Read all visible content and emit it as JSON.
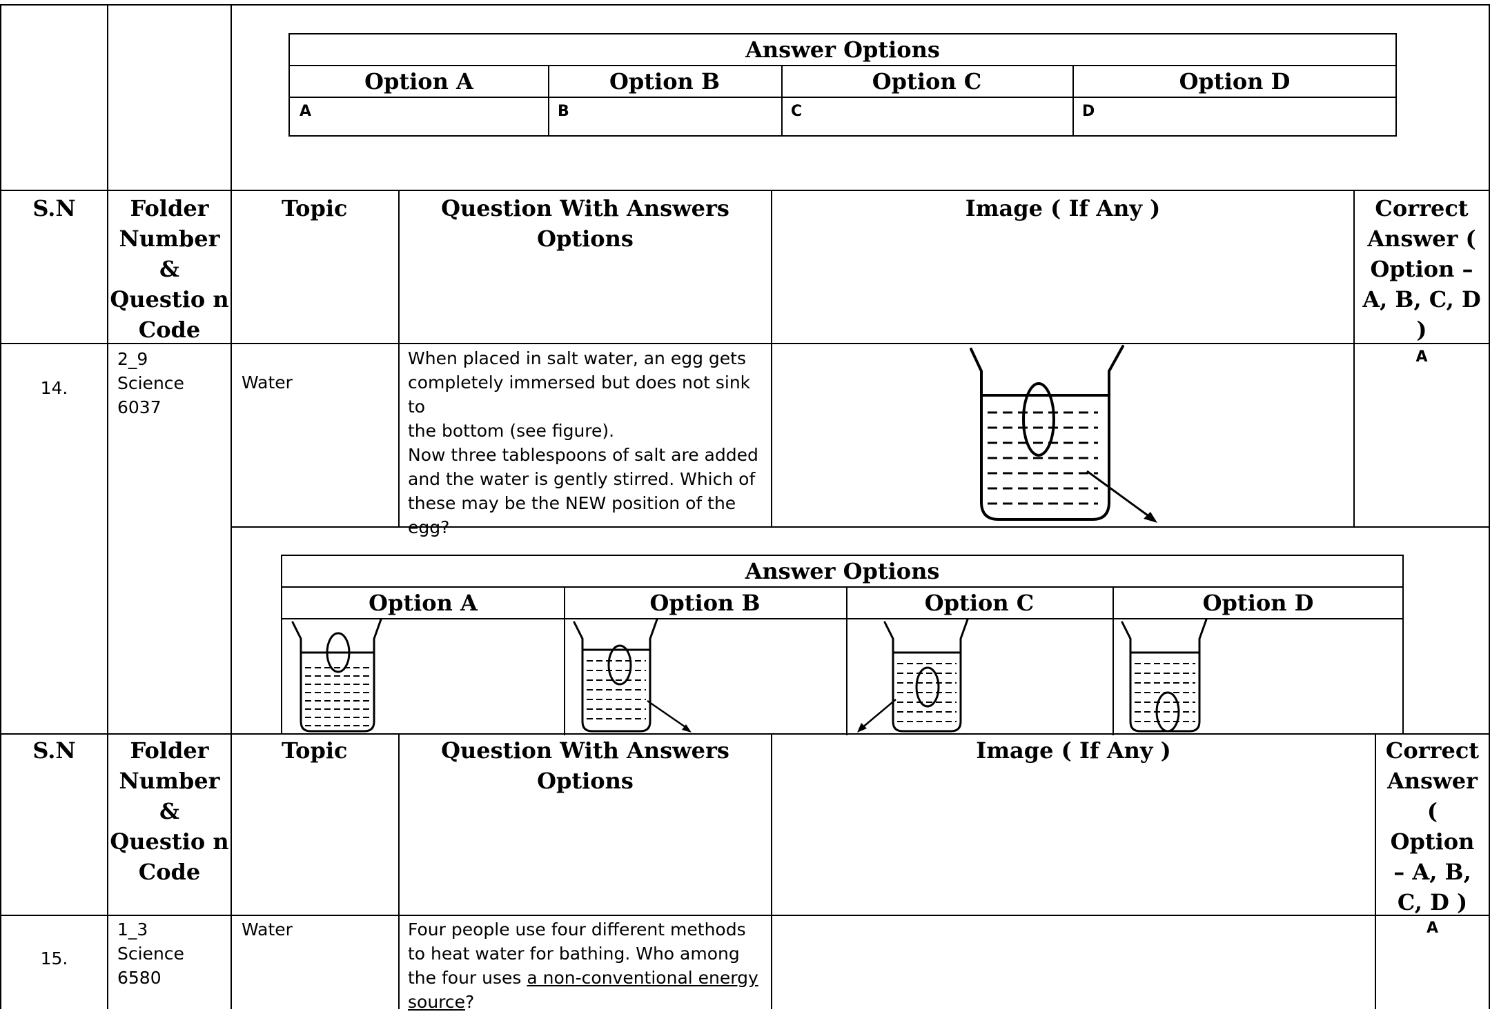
{
  "answer_options_top": {
    "title": "Answer Options",
    "headers": [
      "Option A",
      "Option B",
      "Option C",
      "Option D"
    ],
    "values": [
      "A",
      "B",
      "C",
      "D"
    ]
  },
  "header_row_1": {
    "sn": "S.N",
    "folder": "Folder Number & Questio n Code",
    "topic": "Topic",
    "question": "Question With Answers Options",
    "image": "Image ( If Any )",
    "correct": "Correct Answer ( Option – A, B, C, D )"
  },
  "q14": {
    "sn": "14.",
    "folder_lines": [
      "2_9",
      "Science",
      "6037"
    ],
    "topic": "Water",
    "question_lines": [
      "When placed in salt water, an egg gets",
      "completely immersed but does not sink to",
      "the bottom (see figure).",
      "Now three tablespoons of salt are added",
      "and the water is gently stirred. Which of",
      "these may be the NEW position of the",
      "egg?"
    ],
    "answer": "A"
  },
  "answer_options_q14": {
    "title": "Answer Options",
    "headers": [
      "Option A",
      "Option B",
      "Option C",
      "Option D"
    ]
  },
  "header_row_2": {
    "sn": "S.N",
    "folder": "Folder Number & Questio n Code",
    "topic": "Topic",
    "question": "Question With Answers Options",
    "image": "Image ( If Any )",
    "correct": "Correct Answer ( Option – A, B, C, D )"
  },
  "q15": {
    "sn": "15.",
    "folder_lines": [
      "1_3",
      "Science",
      "6580"
    ],
    "topic": "Water",
    "question_pre": "Four people use four different methods to heat water for bathing. Who among the four uses ",
    "question_underlined": "a non-conventional energy source",
    "question_post": "?",
    "answer": "A"
  }
}
